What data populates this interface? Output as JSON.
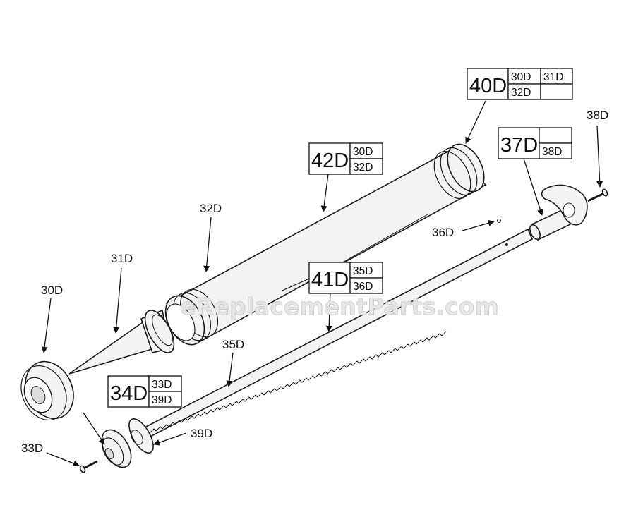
{
  "watermark": "eReplacementParts.com",
  "part_labels": {
    "p30": "30D",
    "p31": "31D",
    "p32": "32D",
    "p33": "33D",
    "p35": "35D",
    "p36": "36D",
    "p38": "38D",
    "p39": "39D"
  },
  "kits": {
    "k40": {
      "main": "40D",
      "c1": "30D",
      "c2": "31D",
      "c3": "32D",
      "c4": ""
    },
    "k42": {
      "main": "42D",
      "c1": "30D",
      "c2": "32D"
    },
    "k37": {
      "main": "37D",
      "c1": "",
      "c2": "38D"
    },
    "k41": {
      "main": "41D",
      "c1": "35D",
      "c2": "36D"
    },
    "k34": {
      "main": "34D",
      "c1": "33D",
      "c2": "39D"
    }
  }
}
